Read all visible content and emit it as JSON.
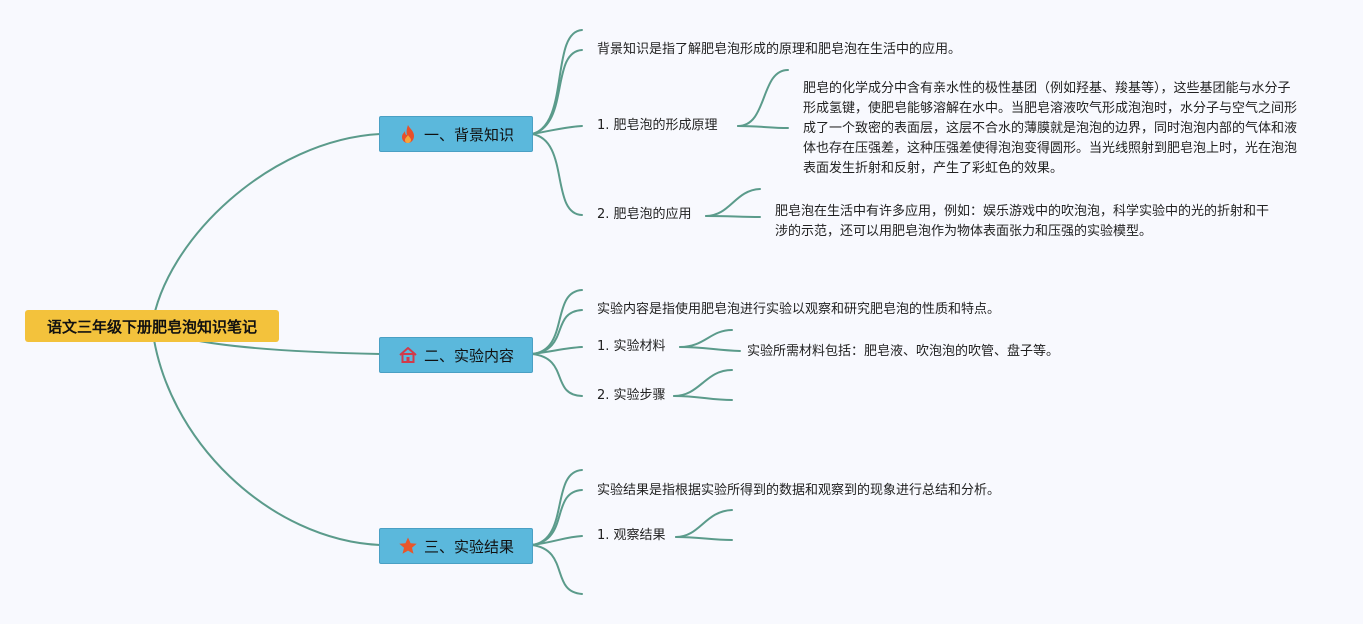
{
  "root": {
    "title": "语文三年级下册肥皂泡知识笔记"
  },
  "branches": [
    {
      "title": "一、背景知识",
      "icon": "fire-icon",
      "items": [
        {
          "text": "背景知识是指了解肥皂泡形成的原理和肥皂泡在生活中的应用。"
        },
        {
          "text": "1. 肥皂泡的形成原理",
          "detail": "肥皂的化学成分中含有亲水性的极性基团（例如羟基、羧基等），这些基团能与水分子形成氢键，使肥皂能够溶解在水中。当肥皂溶液吹气形成泡泡时，水分子与空气之间形成了一个致密的表面层，这层不合水的薄膜就是泡泡的边界，同时泡泡内部的气体和液体也存在压强差，这种压强差使得泡泡变得圆形。当光线照射到肥皂泡上时，光在泡泡表面发生折射和反射，产生了彩虹色的效果。"
        },
        {
          "text": "2. 肥皂泡的应用",
          "detail": "肥皂泡在生活中有许多应用，例如：娱乐游戏中的吹泡泡，科学实验中的光的折射和干涉的示范，还可以用肥皂泡作为物体表面张力和压强的实验模型。"
        }
      ]
    },
    {
      "title": "二、实验内容",
      "icon": "home-icon",
      "items": [
        {
          "text": "实验内容是指使用肥皂泡进行实验以观察和研究肥皂泡的性质和特点。"
        },
        {
          "text": "1. 实验材料",
          "detail": "实验所需材料包括：肥皂液、吹泡泡的吹管、盘子等。"
        },
        {
          "text": "2. 实验步骤"
        }
      ]
    },
    {
      "title": "三、实验结果",
      "icon": "star-icon",
      "items": [
        {
          "text": "实验结果是指根据实验所得到的数据和观察到的现象进行总结和分析。"
        },
        {
          "text": "1. 观察结果"
        }
      ]
    }
  ],
  "colors": {
    "background": "#f8f9fe",
    "root": "#f3c23c",
    "branch": "#5bb8dc",
    "line": "#5b9b8b",
    "fire": "#e8502a",
    "home": "#d23a4a",
    "star": "#e8562a"
  }
}
